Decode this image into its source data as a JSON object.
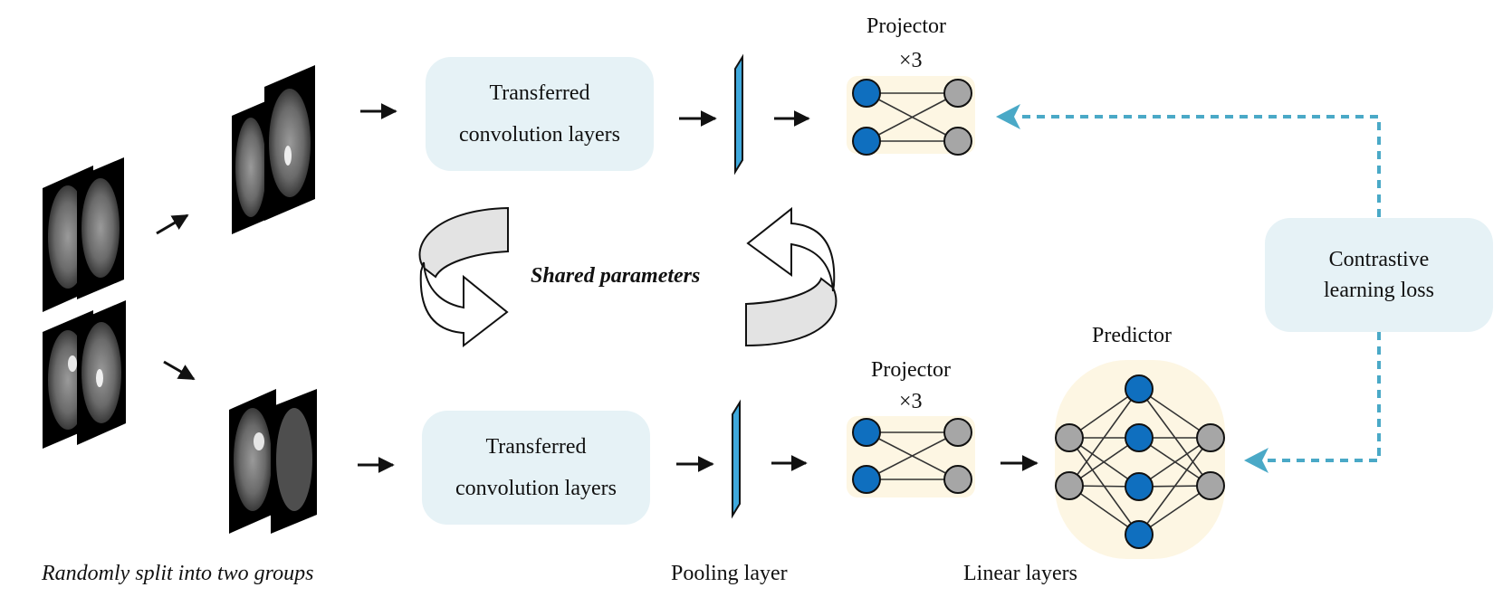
{
  "labels": {
    "split_caption": "Randomly split into two groups",
    "pooling_caption": "Pooling layer",
    "linear_caption": "Linear layers",
    "shared_parameters": "Shared parameters",
    "projector_top": "Projector",
    "projector_top_mult": "×3",
    "projector_bottom": "Projector",
    "projector_bottom_mult": "×3",
    "predictor": "Predictor"
  },
  "boxes": {
    "top_conv": {
      "line1": "Transferred",
      "line2": "convolution layers"
    },
    "bottom_conv": {
      "line1": "Transferred",
      "line2": "convolution layers"
    },
    "loss": {
      "line1": "Contrastive",
      "line2": "learning loss"
    }
  },
  "colors": {
    "box_fill": "#e6f2f6",
    "panel_fill": "#fdf6e3",
    "node_blue": "#0f6fbf",
    "node_gray": "#a6a6a6",
    "pool_bar": "#3fa9dd",
    "dashed_arrow": "#4aa9c7",
    "curved_arrow_fill": "#e3e3e3"
  },
  "icons": [
    "mri-slice-icon",
    "curved-arrow-icon",
    "pooling-bar-icon"
  ]
}
